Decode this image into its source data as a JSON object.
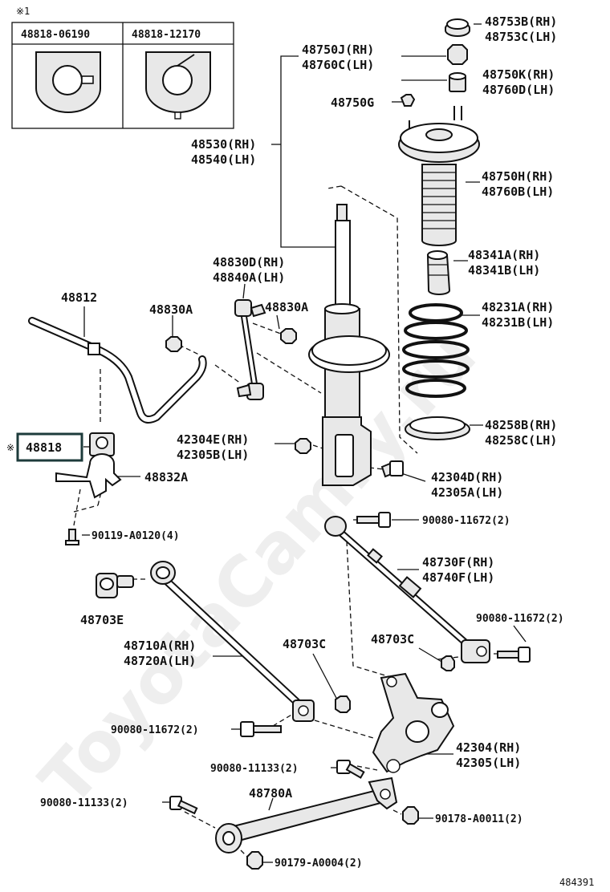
{
  "watermark": "ToyotaCamry.ru",
  "figure_number": "484391",
  "inset": {
    "mark": "※1",
    "columns": [
      "48818-06190",
      "48818-12170"
    ]
  },
  "labels": {
    "p48753": [
      "48753B(RH)",
      "48753C(LH)"
    ],
    "p48750j": [
      "48750J(RH)",
      "48760C(LH)"
    ],
    "p48750k": [
      "48750K(RH)",
      "48760D(LH)"
    ],
    "p48750g": "48750G",
    "p48530": [
      "48530(RH)",
      "48540(LH)"
    ],
    "p48750h": [
      "48750H(RH)",
      "48760B(LH)"
    ],
    "p48341": [
      "48341A(RH)",
      "48341B(LH)"
    ],
    "p48830d": [
      "48830D(RH)",
      "48840A(LH)"
    ],
    "p48812": "48812",
    "p48830a_left": "48830A",
    "p48830a_right": "48830A",
    "p48231": [
      "48231A(RH)",
      "48231B(LH)"
    ],
    "p48258": [
      "48258B(RH)",
      "48258C(LH)"
    ],
    "p42304e": [
      "42304E(RH)",
      "42305B(LH)"
    ],
    "p48818_mark": "※",
    "p48818": "48818",
    "p48832a": "48832A",
    "p42304d": [
      "42304D(RH)",
      "42305A(LH)"
    ],
    "p90080_top": "90080-11672(2)",
    "p90119": "90119-A0120(4)",
    "p48730f": [
      "48730F(RH)",
      "48740F(LH)"
    ],
    "p48703e": "48703E",
    "p90080_right": "90080-11672(2)",
    "p48710a": [
      "48710A(RH)",
      "48720A(LH)"
    ],
    "p48703c_mid": "48703C",
    "p48703c_right": "48703C",
    "p90080_left": "90080-11672(2)",
    "p42304": [
      "42304(RH)",
      "42305(LH)"
    ],
    "p90080_11133_a": "90080-11133(2)",
    "p48780a": "48780A",
    "p90080_11133_b": "90080-11133(2)",
    "p90178": "90178-A0011(2)",
    "p90179": "90179-A0004(2)"
  }
}
